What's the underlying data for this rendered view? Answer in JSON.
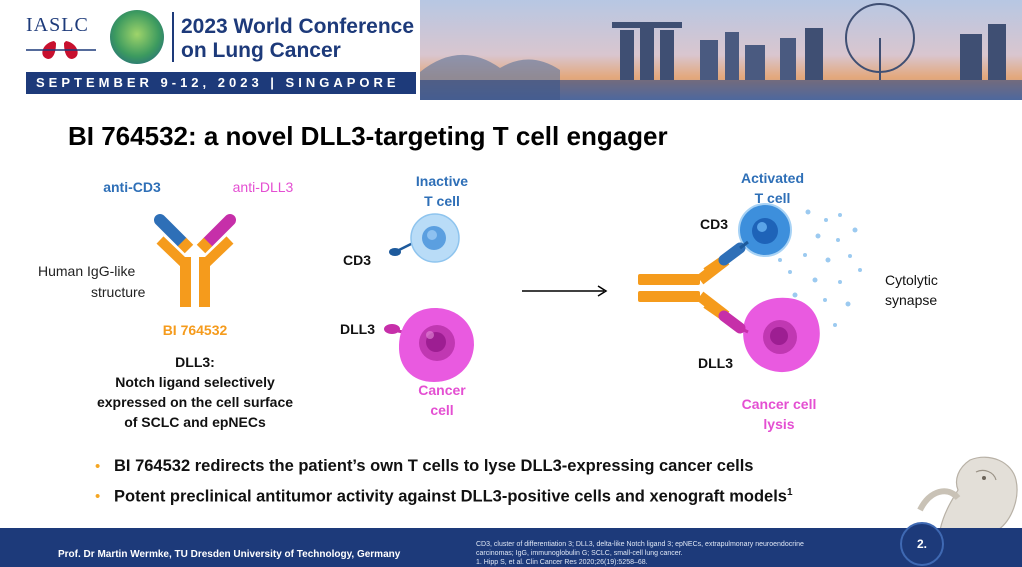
{
  "header": {
    "org_logo_text": "IASLC",
    "conference_title_line1": "2023 World Conference",
    "conference_title_line2": "on Lung Cancer",
    "date_bar": "SEPTEMBER 9-12, 2023 | SINGAPORE"
  },
  "slide": {
    "title": "BI 764532: a novel DLL3-targeting T cell engager",
    "antibody": {
      "anti_cd3": "anti-CD3",
      "anti_dll3": "anti-DLL3",
      "structure_line1": "Human IgG-like",
      "structure_line2": "structure",
      "name": "BI 764532"
    },
    "dll3_definition": {
      "heading": "DLL3:",
      "line1": "Notch ligand selectively",
      "line2": "expressed on the cell surface",
      "line3": "of SCLC and epNECs"
    },
    "inactive_tcell_line1": "Inactive",
    "inactive_tcell_line2": "T cell",
    "cd3_left": "CD3",
    "dll3_left": "DLL3",
    "cancer_cell_line1": "Cancer",
    "cancer_cell_line2": "cell",
    "activated_tcell_line1": "Activated",
    "activated_tcell_line2": "T cell",
    "cd3_right": "CD3",
    "dll3_right": "DLL3",
    "cytolytic_line1": "Cytolytic",
    "cytolytic_line2": "synapse",
    "lysis_line1": "Cancer cell",
    "lysis_line2": "lysis",
    "bullets": [
      "BI 764532 redirects the patient’s own T cells to lyse DLL3-expressing cancer cells",
      "Potent preclinical antitumor activity against DLL3-positive cells and xenograft models"
    ],
    "bullet2_superscript": "1"
  },
  "footer": {
    "presenter": "Prof. Dr Martin Wermke, TU Dresden University of Technology, Germany",
    "abbrev_line1": "CD3, cluster of differentiation 3; DLL3, delta-like Notch ligand 3; epNECs, extrapulmonary neuroendocrine",
    "abbrev_line2": "carcinomas; IgG, immunoglobulin G; SCLC, small-cell lung cancer.",
    "reference": "1. Hipp S, et al. Clin Cancer Res 2020;26(19):5258–68.",
    "page_number": "2."
  },
  "colors": {
    "header_blue": "#1d3a7a",
    "cd3_blue": "#2e6fb7",
    "dll3_magenta": "#c62fa9",
    "cancer_pink": "#e44fd2",
    "antibody_orange": "#f59b1c",
    "bullet_orange": "#f5a623"
  }
}
